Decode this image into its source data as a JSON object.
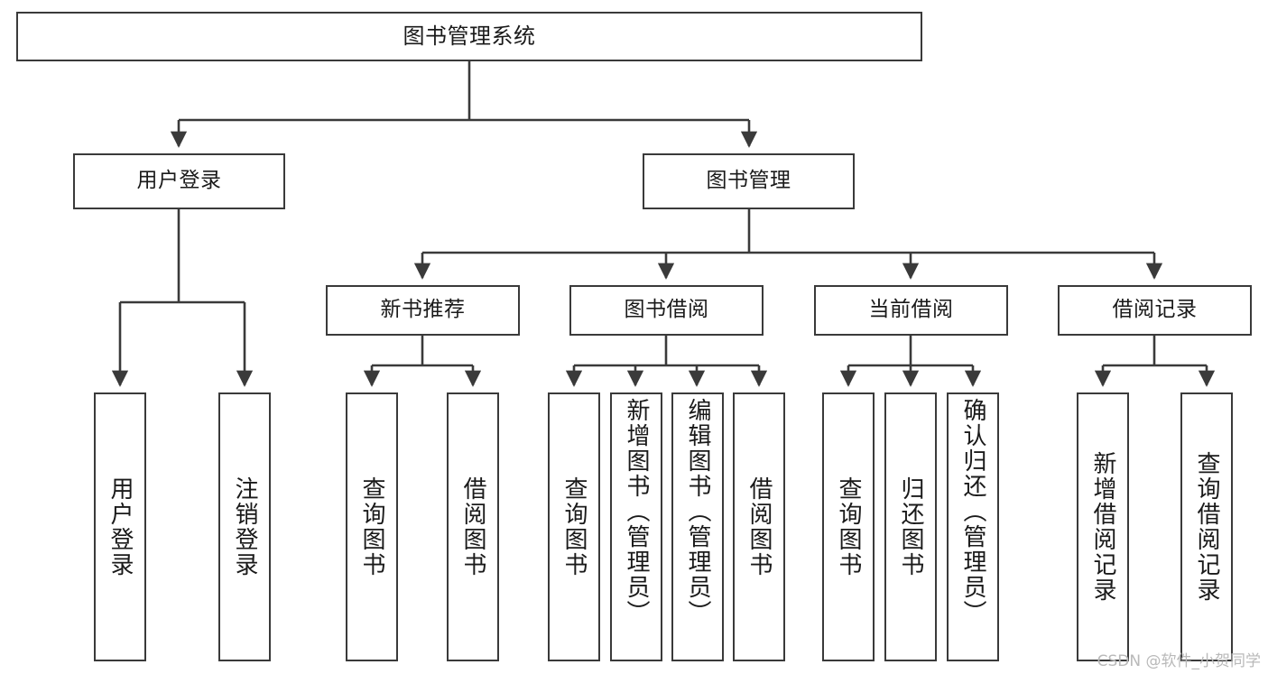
{
  "diagram": {
    "title": "图书管理系统",
    "type": "tree-hierarchy",
    "watermark": "CSDN @软件_小贺同学",
    "colors": {
      "box_border": "#3a3a3a",
      "box_fill": "#ffffff",
      "edge": "#3a3a3a",
      "text": "#1a1a1a",
      "watermark": "#b9b9b9"
    },
    "nodes": {
      "root": {
        "label": "图书管理系统"
      },
      "level2": [
        {
          "label": "用户登录"
        },
        {
          "label": "图书管理"
        }
      ],
      "level3": [
        {
          "label": "新书推荐"
        },
        {
          "label": "图书借阅"
        },
        {
          "label": "当前借阅"
        },
        {
          "label": "借阅记录"
        }
      ],
      "leaves": {
        "user_login": [
          {
            "label": "用户登录"
          },
          {
            "label": "注销登录"
          }
        ],
        "new_book_recommend": [
          {
            "label": "查询图书"
          },
          {
            "label": "借阅图书"
          }
        ],
        "book_borrow": [
          {
            "label": "查询图书"
          },
          {
            "label": "新增图书（管理员）"
          },
          {
            "label": "编辑图书（管理员）"
          },
          {
            "label": "借阅图书"
          }
        ],
        "current_borrow": [
          {
            "label": "查询图书"
          },
          {
            "label": "归还图书"
          },
          {
            "label": "确认归还（管理员）"
          }
        ],
        "borrow_record": [
          {
            "label": "新增借阅记录"
          },
          {
            "label": "查询借阅记录"
          }
        ]
      }
    }
  }
}
